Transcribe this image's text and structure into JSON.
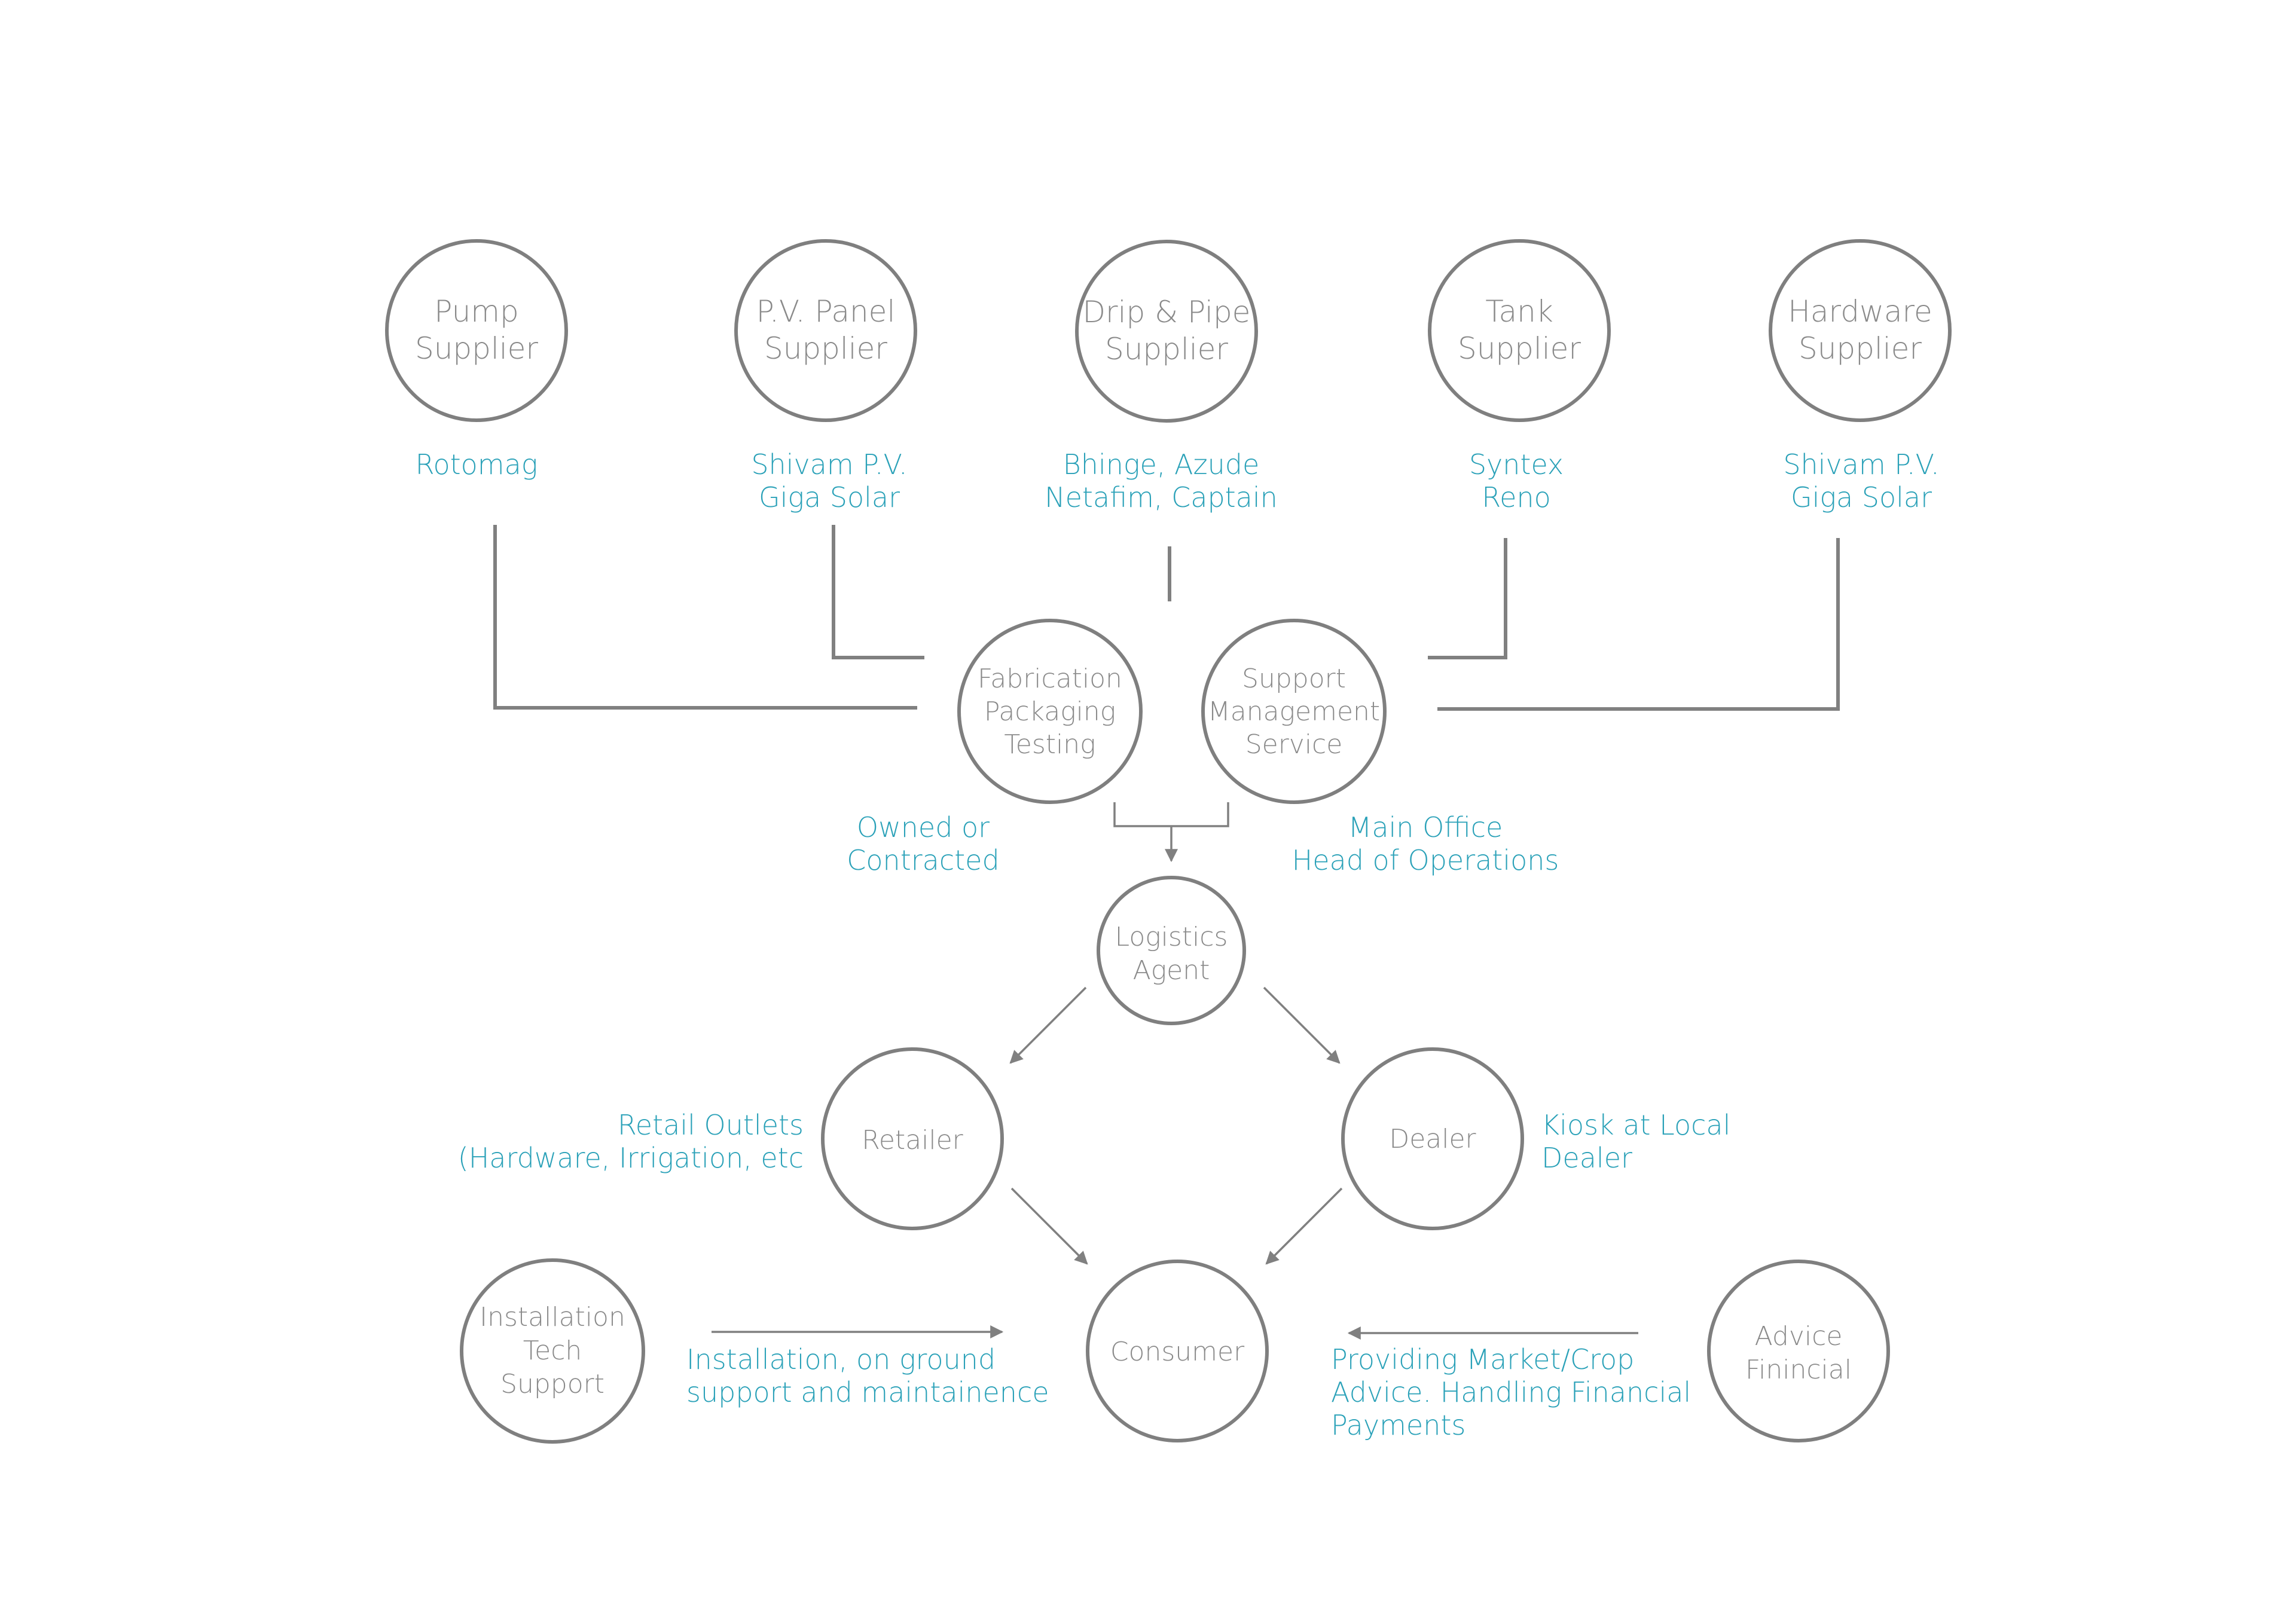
{
  "colors": {
    "node_stroke": "#7f7f7f",
    "node_text": "#8a8a8a",
    "annotation": "#2aa1b8",
    "connector": "#808080"
  },
  "nodes": {
    "pump": [
      "Pump",
      "Supplier"
    ],
    "pv_panel": [
      "P.V. Panel",
      "Supplier"
    ],
    "drip_pipe": [
      "Drip & Pipe",
      "Supplier"
    ],
    "tank": [
      "Tank",
      "Supplier"
    ],
    "hardware": [
      "Hardware",
      "Supplier"
    ],
    "fabrication": [
      "Fabrication",
      "Packaging",
      "Testing"
    ],
    "support": [
      "Support",
      "Management",
      "Service"
    ],
    "logistics": [
      "Logistics",
      "Agent"
    ],
    "retailer": [
      "Retailer"
    ],
    "dealer": [
      "Dealer"
    ],
    "consumer": [
      "Consumer"
    ],
    "installation": [
      "Installation",
      "Tech",
      "Support"
    ],
    "advice": [
      "Advice",
      "Finincial"
    ]
  },
  "annotations": {
    "pump": [
      "Rotomag"
    ],
    "pv_panel": [
      "Shivam P.V.",
      "Giga Solar"
    ],
    "drip_pipe": [
      "Bhinge, Azude",
      "Netafim, Captain"
    ],
    "tank": [
      "Syntex",
      "Reno"
    ],
    "hardware": [
      "Shivam P.V.",
      "Giga Solar"
    ],
    "fabrication": [
      "Owned or",
      "Contracted"
    ],
    "support": [
      "Main Office",
      "Head of Operations"
    ],
    "retailer": [
      "Retail Outlets",
      "(Hardware, Irrigation, etc"
    ],
    "dealer": [
      "Kiosk at Local",
      "Dealer"
    ],
    "installation": [
      "Installation, on ground",
      "support and maintainence"
    ],
    "advice": [
      "Providing Market/Crop",
      "Advice. Handling Financial",
      "Payments"
    ]
  }
}
